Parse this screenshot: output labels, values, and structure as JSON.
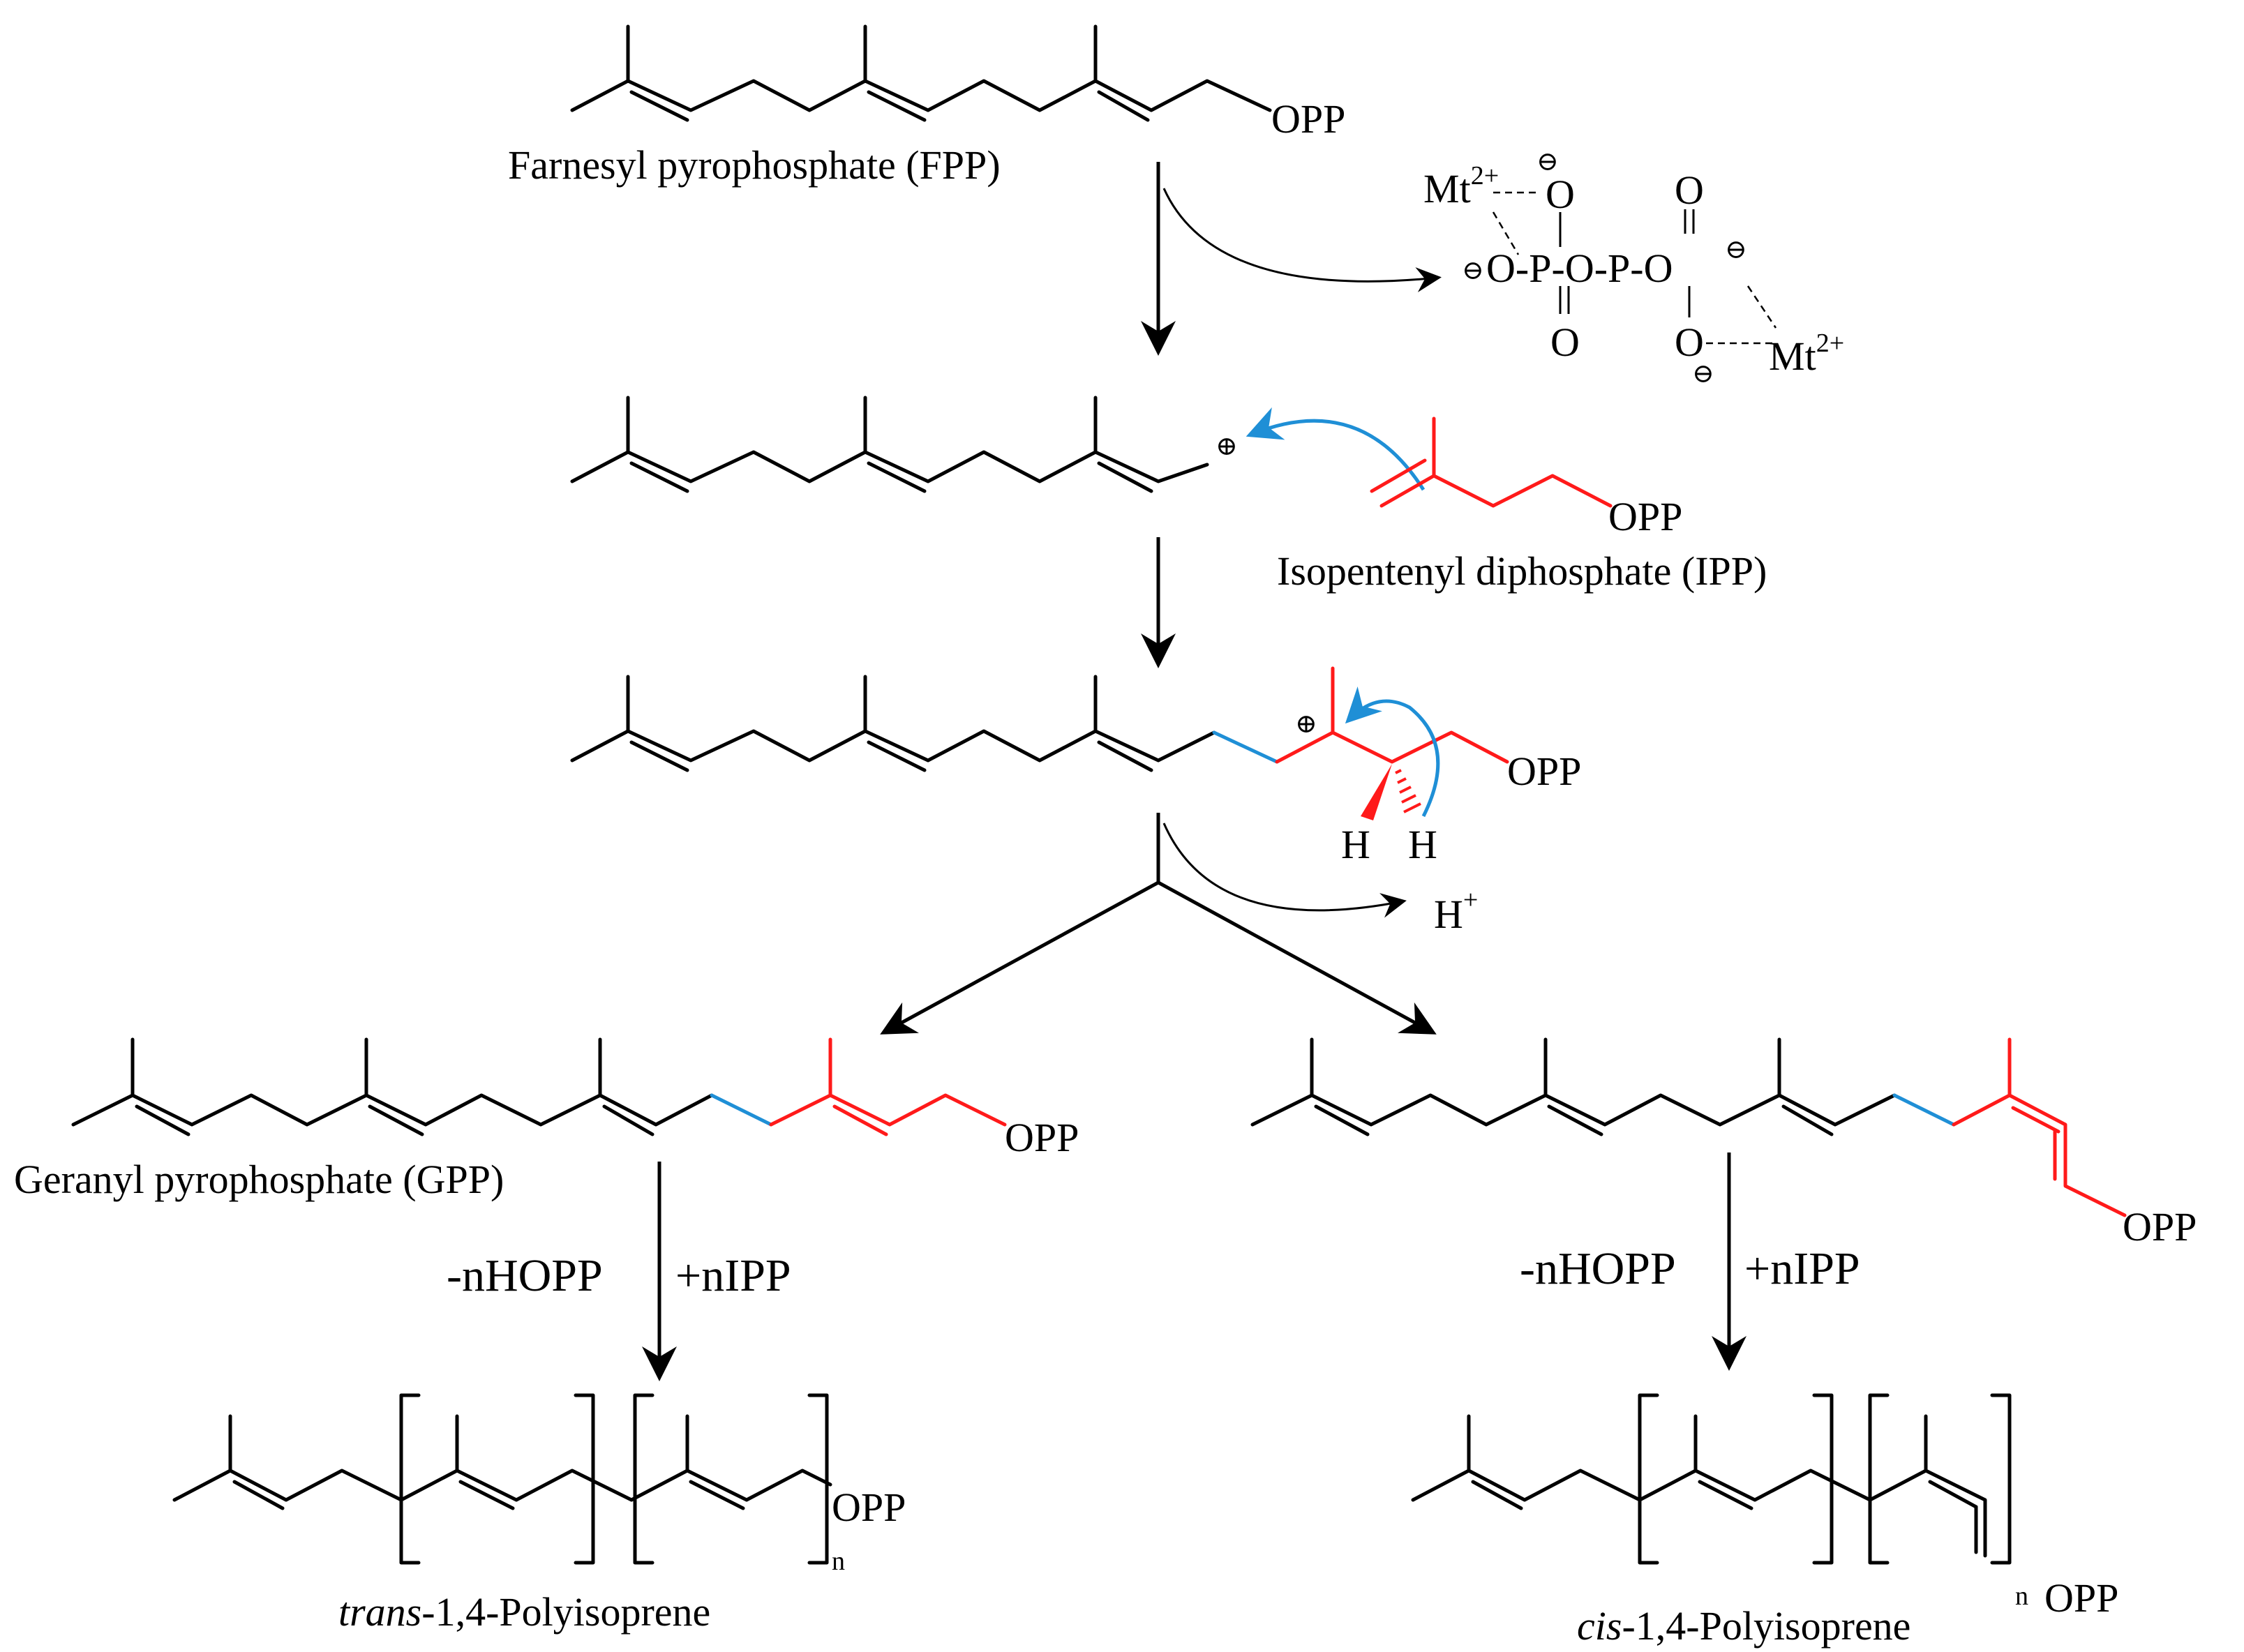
{
  "labels": {
    "fpp": "Farnesyl pyrophosphate (FPP)",
    "ipp": "Isopentenyl diphosphate (IPP)",
    "gpp": "Geranyl pyrophosphate (GPP)",
    "trans_italic": "trans",
    "trans_rest": "-1,4-Polyisoprene",
    "cis_italic": "cis",
    "cis_rest": "-1,4-Polyisoprene"
  },
  "groups": {
    "opp": "OPP",
    "h": "H",
    "h_plus_base": "H",
    "h_plus_sup": "+",
    "n": "n"
  },
  "pyrophosphate": {
    "metal": "Mt",
    "metal_charge": "2+",
    "o": "O",
    "p": "P",
    "dash": "-",
    "minus": "⊖",
    "plus": "⊕"
  },
  "conditions": {
    "minus_hopp": "-nHOPP",
    "plus_ipp": "+nIPP"
  },
  "colors": {
    "new_bond_blue": "#1f8fd6",
    "ipp_red": "#ff1a1a",
    "backbone": "#000000"
  }
}
